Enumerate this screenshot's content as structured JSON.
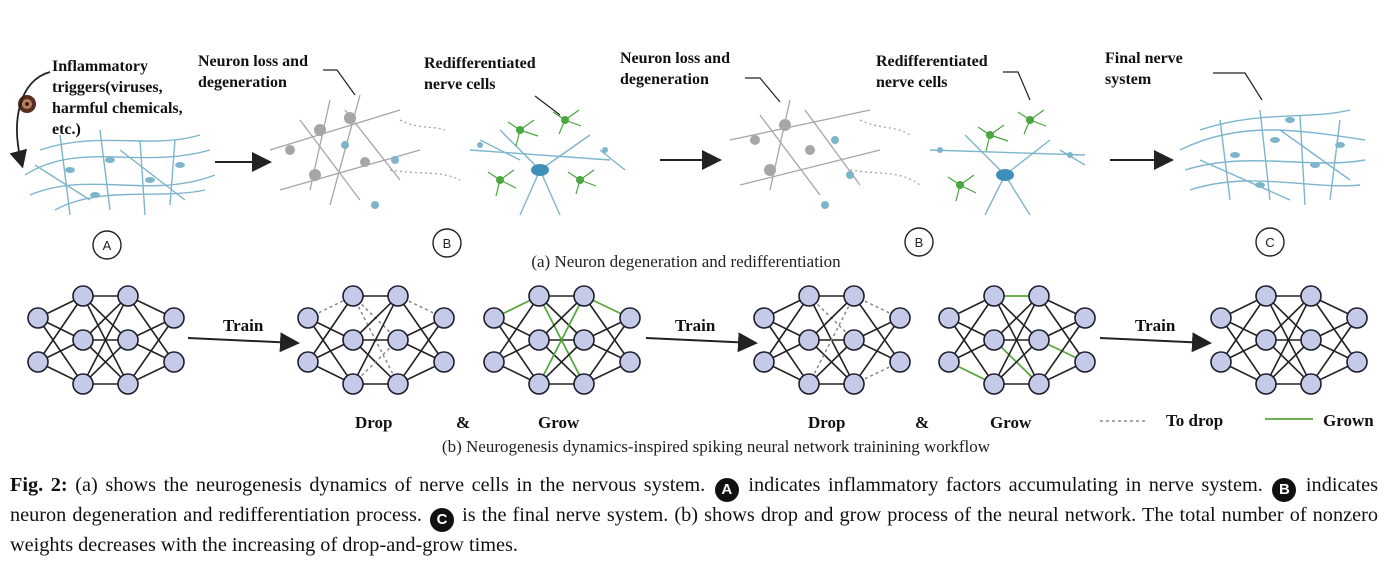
{
  "panel_a": {
    "labels": [
      {
        "id": "trig1",
        "text": "Inflammatory"
      },
      {
        "id": "trig2",
        "text": "triggers(viruses,"
      },
      {
        "id": "trig3",
        "text": "harmful chemicals,"
      },
      {
        "id": "trig4",
        "text": "etc.)"
      },
      {
        "id": "loss1a",
        "text": "Neuron loss and"
      },
      {
        "id": "loss1b",
        "text": "degeneration"
      },
      {
        "id": "redif1a",
        "text": "Redifferentiated"
      },
      {
        "id": "redif1b",
        "text": "nerve cells"
      },
      {
        "id": "loss2a",
        "text": "Neuron loss and"
      },
      {
        "id": "loss2b",
        "text": "degeneration"
      },
      {
        "id": "redif2a",
        "text": "Redifferentiated"
      },
      {
        "id": "redif2b",
        "text": "nerve cells"
      },
      {
        "id": "final_a",
        "text": "Final nerve"
      },
      {
        "id": "final_b",
        "text": "system"
      }
    ],
    "stage_markers": [
      "A",
      "B",
      "B",
      "C"
    ],
    "caption": "(a) Neuron degeneration and redifferentiation"
  },
  "panel_b": {
    "train_label": "Train",
    "drop_label": "Drop",
    "and_label": "&",
    "grow_label": "Grow",
    "legend": {
      "to_drop": "To drop",
      "grown": "Grown"
    },
    "caption": "(b) Neurogenesis dynamics-inspired spiking neural network trainining workflow"
  },
  "colors": {
    "node_fill": "#c5cae8",
    "grown_edge": "#58a83c",
    "drop_edge": "#888888",
    "neuron_blue": "#7fb5cc",
    "neuron_gray": "#a6a6a6",
    "neuron_green": "#4aa63e"
  },
  "caption": {
    "label": "Fig. 2:",
    "part1": "(a) shows the neurogenesis dynamics of nerve cells in the nervous system.",
    "badge_a": "A",
    "part2": "indicates inflammatory factors accumulating in nerve system.",
    "badge_b": "B",
    "part3": "indicates neuron degeneration and redifferentiation process.",
    "badge_c": "C",
    "part4": "is the final nerve system. (b) shows drop and grow process of the neural network. The total number of nonzero weights decreases with the increasing of drop-and-grow times."
  }
}
